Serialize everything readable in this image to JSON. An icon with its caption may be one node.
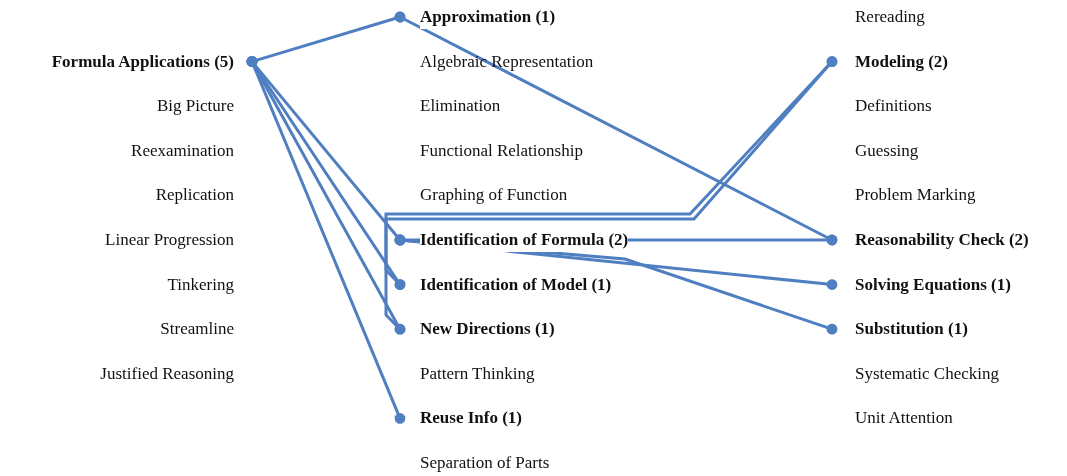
{
  "diagram": {
    "nodes": [
      {
        "text": [
          "Formula Applications (5)"
        ]
      },
      {
        "text": [
          "Approximation (1)"
        ]
      },
      {
        "text": [
          "Identification of Formula (2)"
        ]
      },
      {
        "text": [
          "Identification of Model (1)"
        ]
      },
      {
        "text": [
          "New Directions (1)"
        ]
      },
      {
        "text": [
          "Reuse Info (1)"
        ]
      },
      {
        "text": [
          "Modeling (2)"
        ]
      },
      {
        "text": [
          "Reasonability Check (2)"
        ]
      },
      {
        "text": [
          "Solving Equations (1)"
        ]
      },
      {
        "text": [
          "Substitution (1)"
        ]
      }
    ],
    "edges": [
      {
        "from": 0,
        "to": 1,
        "arrow": "other"
      },
      {
        "from": 0,
        "to": 2,
        "arrow": "other"
      },
      {
        "from": 0,
        "to": 3,
        "arrow": "other"
      },
      {
        "from": 0,
        "to": 4,
        "arrow": "other"
      },
      {
        "from": 0,
        "to": 5,
        "arrow": "other"
      },
      {
        "from": 1,
        "to": 7,
        "arrow": "other"
      },
      {
        "from": 3,
        "to": 6,
        "arrow": "other"
      },
      {
        "from": 4,
        "to": 6,
        "arrow": "other"
      },
      {
        "from": 2,
        "to": 7,
        "arrow": "other"
      },
      {
        "from": 2,
        "to": 8,
        "arrow": "other"
      },
      {
        "from": 2,
        "to": 9,
        "arrow": "other"
      }
    ],
    "labels": [
      "Big Picture",
      "Reexamination",
      "Replication",
      "Linear Progression",
      "Tinkering",
      "Streamline",
      "Justified Reasoning",
      "Algebraic Representation",
      "Elimination",
      "Functional Relationship",
      "Graphing of Function",
      "Pattern Thinking",
      "Separation of Parts",
      "Rereading",
      "Definitions",
      "Guessing",
      "Problem Marking",
      "Systematic Checking",
      "Unit Attention"
    ]
  }
}
